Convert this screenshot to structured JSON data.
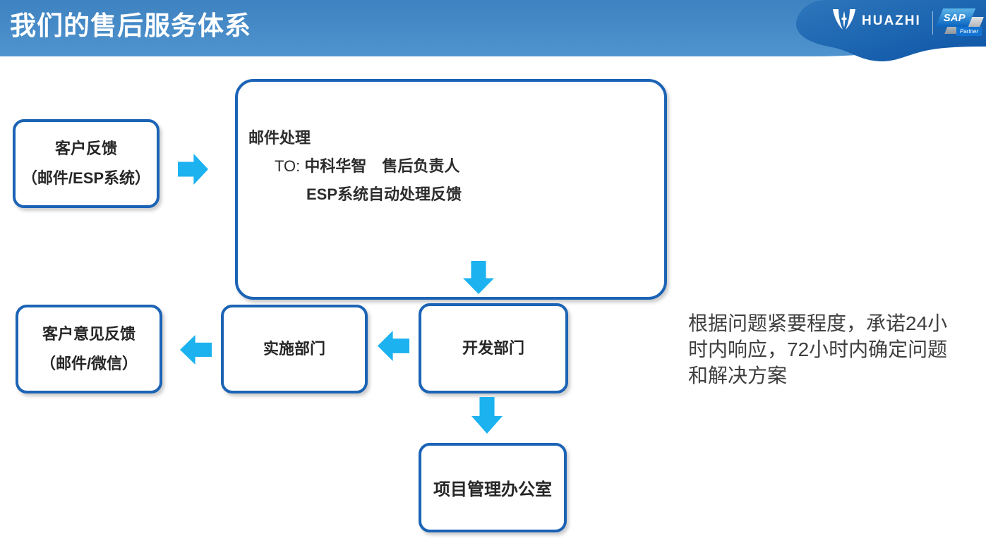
{
  "header": {
    "title": "我们的售后服务体系",
    "logo_text": "HUAZHI",
    "sap_text": "SAP",
    "sap_partner_text": "Partner"
  },
  "flow": {
    "customer_feedback": {
      "line1": "客户反馈",
      "line2": "（邮件/ESP系统）"
    },
    "mail_processing": {
      "title": "邮件处理",
      "to_prefix": "TO:",
      "to_line": "中科华智　售后负责人",
      "line3": "ESP系统自动处理反馈"
    },
    "development": {
      "label": "开发部门"
    },
    "implementation": {
      "label": "实施部门"
    },
    "customer_opinion": {
      "line1": "客户意见反馈",
      "line2": "（邮件/微信）"
    },
    "pmo": {
      "label": "项目管理办公室"
    }
  },
  "note": {
    "lines": [
      "根据问题紧要程度，承诺24小",
      "时内响应，72小时内确定问题",
      "和解决方案"
    ]
  },
  "colors": {
    "box_border": "#1B63B5",
    "arrow": "#1CB2EF",
    "banner_mid": "#4287C4",
    "banner_dark": "#0D55A6",
    "note_text": "#3F3F3F"
  }
}
